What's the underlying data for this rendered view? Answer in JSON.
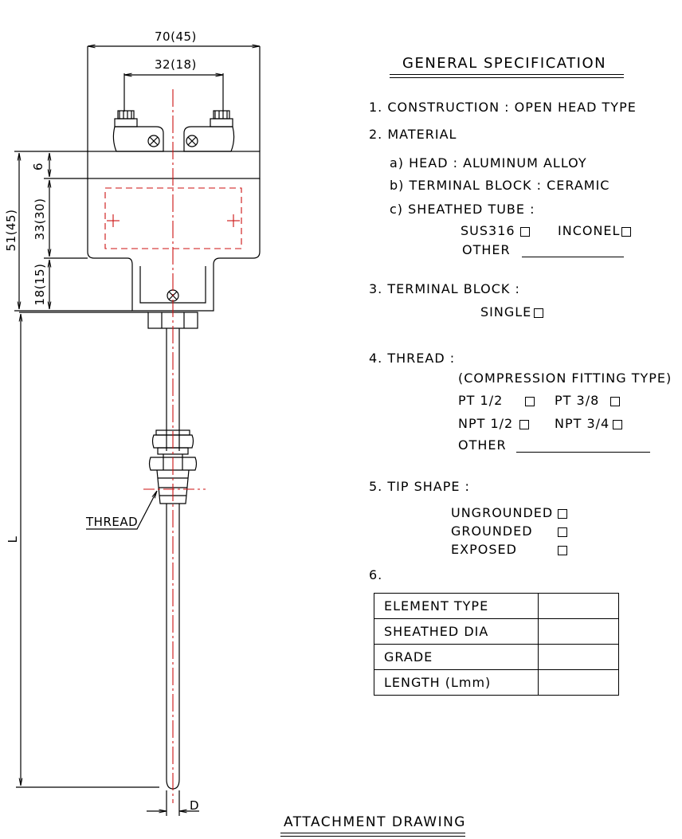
{
  "specification": {
    "title": "GENERAL SPECIFICATION",
    "construction": "1. CONSTRUCTION : OPEN HEAD TYPE",
    "material": {
      "heading": "2. MATERIAL",
      "head": "a) HEAD : ALUMINUM ALLOY",
      "terminal_block": "b) TERMINAL BLOCK : CERAMIC",
      "sheathed_tube": "c) SHEATHED TUBE :",
      "sus316": "SUS316",
      "inconel": "INCONEL",
      "other": "OTHER"
    },
    "terminal_block": {
      "heading": "3. TERMINAL BLOCK :",
      "single": "SINGLE"
    },
    "thread": {
      "heading": "4. THREAD :",
      "type": "(COMPRESSION FITTING TYPE)",
      "pt_half": "PT 1/2",
      "pt_three_eighths": "PT 3/8",
      "npt_half": "NPT 1/2",
      "npt_three_quarters": "NPT 3/4",
      "other": "OTHER"
    },
    "tip_shape": {
      "heading": "5. TIP SHAPE :",
      "ungrounded": "UNGROUNDED",
      "grounded": "GROUNDED",
      "exposed": "EXPOSED"
    },
    "item6": {
      "heading": "6.",
      "rows": [
        "ELEMENT TYPE",
        "SHEATHED DIA",
        "GRADE",
        "LENGTH (Lmm)"
      ]
    }
  },
  "drawing": {
    "dim_width_outer": "70(45)",
    "dim_width_inner": "32(18)",
    "dim_total_head": "51(45)",
    "dim_top": "6",
    "dim_mid": "33(30)",
    "dim_neck": "18(15)",
    "dim_length": "L",
    "dim_diameter": "D",
    "thread_label": "THREAD"
  },
  "footer": "ATTACHMENT DRAWING",
  "colors": {
    "line": "#000000",
    "centerline": "#cc1111"
  }
}
